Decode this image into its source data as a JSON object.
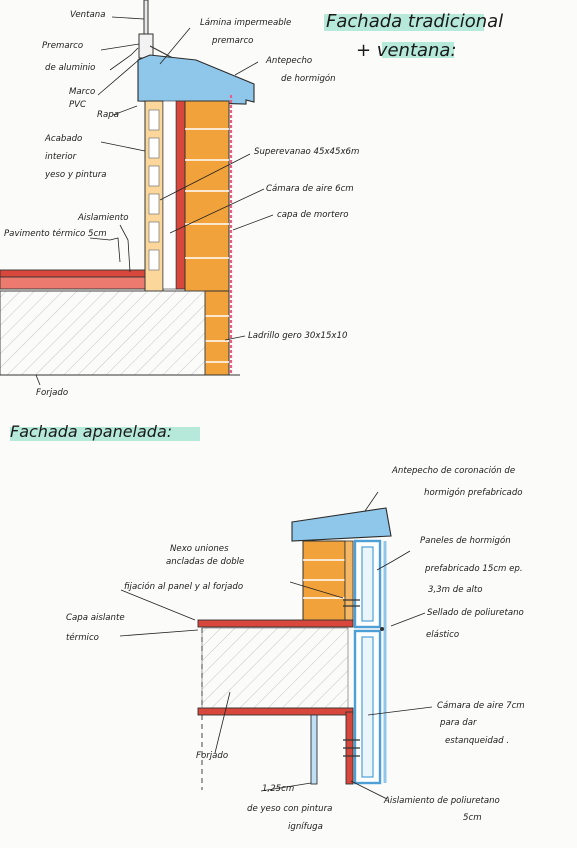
{
  "titles": {
    "traditional_line1": "Fachada tradicional",
    "traditional_line2": "+ ventana:",
    "panel": "Fachada apanelada:"
  },
  "labels": {
    "ventana": "Ventana",
    "premarco_1": "Premarco",
    "premarco_2": "de aluminio",
    "marco_1": "Marco",
    "marco_2": "PVC",
    "rapa": "Rapa",
    "acabado_1": "Acabado",
    "acabado_2": "interior",
    "acabado_3": "yeso y pintura",
    "aislamiento_1": "Aislamiento",
    "aislamiento_2": "Pavimento térmico 5cm",
    "forjado_top": "Forjado",
    "lamina_1": "Lámina impermeable",
    "lamina_2": "premarco",
    "antepecho_1": "Antepecho",
    "antepecho_2": "de hormigón",
    "superevanao": "Superevanao 45x45x6m",
    "camara": "Cámara de aire 6cm",
    "capa_mortero": "capa de mortero",
    "ladrillo": "Ladrillo gero 30x15x10",
    "ante_coron_1": "Antepecho de coronación de",
    "ante_coron_2": "hormigón prefabricado",
    "nexo_1": "Nexo uniones",
    "nexo_2": "ancladas de doble",
    "nexo_3": "fijación al panel y al forjado",
    "paneles_1": "Paneles de hormigón",
    "paneles_2": "prefabricado 15cm ep.",
    "paneles_3": "3,3m  de alto",
    "sellado_1": "Sellado de poliuretano",
    "sellado_2": "elástico",
    "capa_aislante_1": "Capa aislante",
    "capa_aislante_2": "térmico",
    "forjado_bottom": "Forjado",
    "camara_7_1": "Cámara de aire 7cm",
    "camara_7_2": "para dar",
    "camara_7_3": "estanqueidad .",
    "yeso_1": "1,25cm",
    "yeso_2": "de yeso con pintura",
    "yeso_3": "ignífuga",
    "aisl_poli_1": "Aislamiento de poliuretano",
    "aisl_poli_2": "5cm"
  },
  "colors": {
    "brick": "#f2a23a",
    "concrete_blue": "#8fc7ea",
    "insulation_red": "#d8473b",
    "pink": "#e85d8a",
    "highlight": "#9fe3cf",
    "ink": "#1b1b1b"
  }
}
